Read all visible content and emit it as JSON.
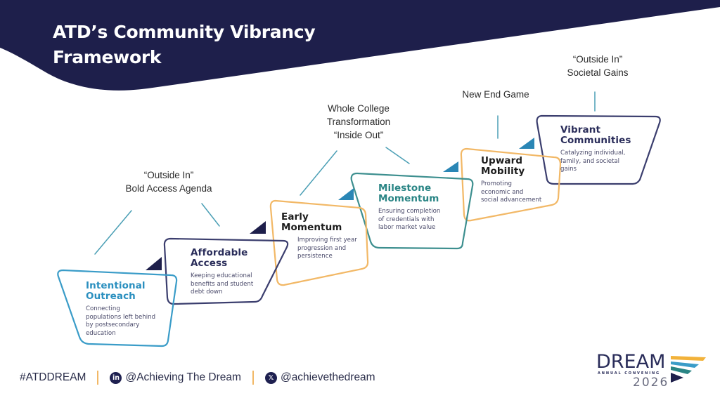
{
  "header": {
    "title_line1": "ATD’s Community Vibrancy",
    "title_line2": "Framework",
    "bg_color": "#1e1f4b"
  },
  "annotations": [
    {
      "lines": [
        "“Outside In”",
        "Bold Access Agenda"
      ]
    },
    {
      "lines": [
        "Whole College",
        "Transformation",
        "“Inside Out”"
      ]
    },
    {
      "lines": [
        "New End Game"
      ]
    },
    {
      "lines": [
        "“Outside In”",
        "Societal Gains"
      ]
    }
  ],
  "stages": [
    {
      "title_line1": "Intentional",
      "title_line2": "Outreach",
      "desc": [
        "Connecting",
        "populations left behind",
        "by postsecondary",
        "education"
      ],
      "color": "#3a9cc8",
      "title_color": "#2a8fbf"
    },
    {
      "title_line1": "Affordable",
      "title_line2": "Access",
      "desc": [
        "Keeping educational",
        "benefits and student",
        "debt down"
      ],
      "color": "#3b3e6e",
      "title_color": "#2a2d5a"
    },
    {
      "title_line1": "Early",
      "title_line2": "Momentum",
      "desc": [
        "Improving first year",
        "progression and",
        "persistence"
      ],
      "color": "#f2b866",
      "title_color": "#1c1c1c"
    },
    {
      "title_line1": "Milestone",
      "title_line2": "Momentum",
      "desc": [
        "Ensuring completion",
        "of credentials with",
        "labor market value"
      ],
      "color": "#3d8f8f",
      "title_color": "#2a8585"
    },
    {
      "title_line1": "Upward",
      "title_line2": "Mobility",
      "desc": [
        "Promoting",
        "economic and",
        "social advancement"
      ],
      "color": "#f2b866",
      "title_color": "#1c1c1c"
    },
    {
      "title_line1": "Vibrant",
      "title_line2": "Communities",
      "desc": [
        "Catalyzing individual,",
        "family, and societal",
        "gains"
      ],
      "color": "#3b3e6e",
      "title_color": "#2a2d5a"
    }
  ],
  "footer": {
    "hashtag": "#ATDDREAM",
    "linkedin_icon": "linkedin-icon",
    "linkedin_glyph": "in",
    "linkedin_handle": "@Achieving The Dream",
    "x_icon": "x-icon",
    "x_glyph": "𝕏",
    "x_handle": "@achievethedream"
  },
  "logo": {
    "word": "DREAM",
    "sub": "ANNUAL CONVENING",
    "year": "2026",
    "stripe_colors": [
      "#f2b23a",
      "#3a9cc8",
      "#2a8585",
      "#1e1f4b"
    ]
  }
}
